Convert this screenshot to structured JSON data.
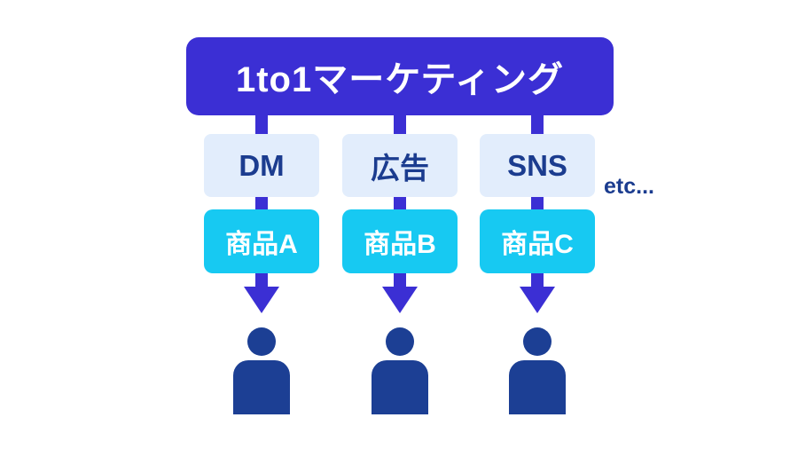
{
  "diagram": {
    "title": "1to1マーケティング",
    "etc_label": "etc...",
    "columns": [
      {
        "channel": "DM",
        "product": "商品A"
      },
      {
        "channel": "広告",
        "product": "商品B"
      },
      {
        "channel": "SNS",
        "product": "商品C"
      }
    ],
    "icons": [
      "down-arrow-icon",
      "person-icon"
    ],
    "colors": {
      "accent_indigo": "#3b2fd4",
      "channel_box_bg": "#e2edfc",
      "product_box_bg": "#17c9f2",
      "navy_text": "#1b3c8f",
      "person_navy": "#1c3f94",
      "background": "#ffffff",
      "title_text": "#ffffff",
      "product_text": "#ffffff"
    }
  }
}
